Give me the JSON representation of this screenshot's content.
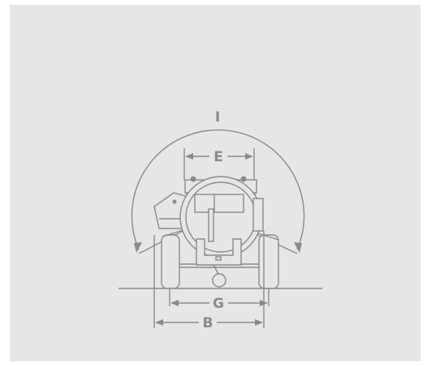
{
  "diagram": {
    "labels": {
      "swing_arc": "I",
      "top_width": "E",
      "track_width": "G",
      "overall_width": "B"
    },
    "colors": {
      "panel_background": "#e6e6e6",
      "line": "#8a8a8a"
    }
  }
}
